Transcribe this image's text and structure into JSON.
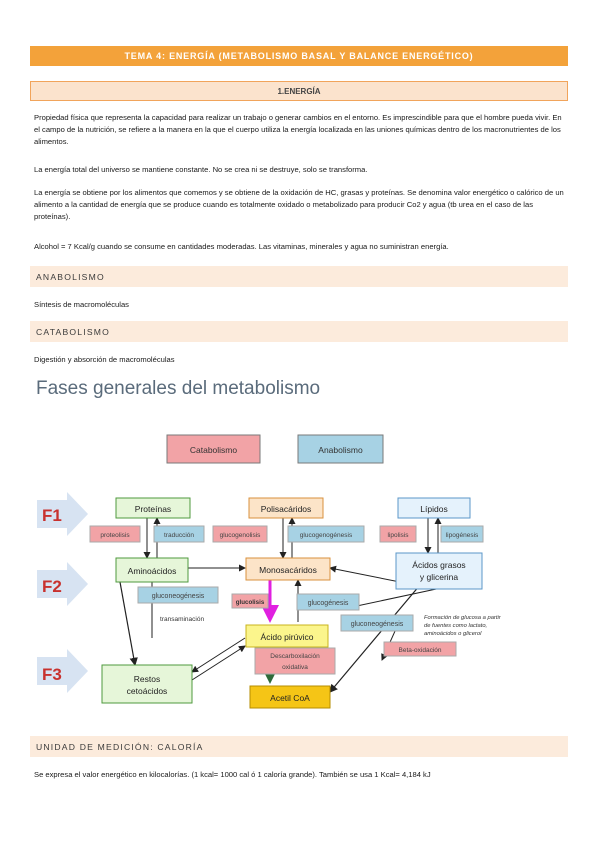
{
  "header": {
    "title": "TEMA 4: ENERGÍA (METABOLISMO BASAL Y BALANCE ENERGÉTICO)",
    "section1": "1.ENERGÍA"
  },
  "paragraphs": [
    "Propiedad física que representa la capacidad para realizar un trabajo o generar cambios en el entorno. Es imprescindible para que el hombre pueda vivir. En el campo de la nutrición, se refiere a la manera en la que el cuerpo utiliza la energía localizada en las uniones químicas dentro de los macronutrientes de los alimentos.",
    "La energía total del universo se mantiene constante. No se crea ni se destruye, solo se transforma.",
    "La energía se obtiene por los alimentos que comemos y se obtiene de la oxidación de HC, grasas y proteínas. Se denomina valor energético o calórico de un alimento a la cantidad de energía que se produce cuando es totalmente oxidado o metabolizado para producir Co2 y agua (tb urea en el caso de las proteínas).",
    "Alcohol = 7 Kcal/g cuando se consume en cantidades moderadas. Las vitaminas, minerales y agua no suministran energía."
  ],
  "anabolismo": {
    "heading": "ANABOLISMO",
    "text": "Síntesis de macromoléculas"
  },
  "catabolismo": {
    "heading": "CATABOLISMO",
    "text": "Digestión y absorción de macromoléculas"
  },
  "diagram": {
    "title": "Fases generales del metabolismo",
    "legend": {
      "catabolismo": "Catabolismo",
      "anabolismo": "Anabolismo"
    },
    "phases": [
      "F1",
      "F2",
      "F3"
    ],
    "nodes": {
      "proteinas": "Proteínas",
      "polisacaridos": "Polisacáridos",
      "lipidos": "Lípidos",
      "aminoacidos": "Aminoácidos",
      "monosacaridos": "Monosacáridos",
      "acidos_grasos_1": "Ácidos grasos",
      "acidos_grasos_2": "y glicerina",
      "acido_piruvico": "Ácido pirúvico",
      "restos_1": "Restos",
      "restos_2": "cetoácidos",
      "acetil_coa": "Acetil CoA"
    },
    "labels": {
      "proteolisis": "proteolisis",
      "traduccion": "traducción",
      "glucogenolisis": "glucogenolisis",
      "glucogenogenesis": "glucogenogénesis",
      "lipolisis": "lipolisis",
      "lipogenesis": "lipogénesis",
      "gluconeogenesis_1": "gluconeogénesis",
      "glucolisis": "glucolisis",
      "glucogenesis": "glucogénesis",
      "gluconeogenesis_2": "gluconeogénesis",
      "transaminacion": "transaminación",
      "descarboxilacion_1": "Descarboxilación",
      "descarboxilacion_2": "oxidativa",
      "beta_oxidacion": "Beta-oxidación",
      "formacion_1": "Formación de glucosa a partir",
      "formacion_2": "de fuentes como lactato,",
      "formacion_3": "aminoácidos o glicerol"
    }
  },
  "unidad": {
    "heading": "UNIDAD DE MEDICIÓN: CALORÍA",
    "text": "Se expresa el valor energético en kilocalorías. (1 kcal= 1000 cal ó 1 caloría grande). También se usa 1 Kcal= 4,184 kJ"
  }
}
